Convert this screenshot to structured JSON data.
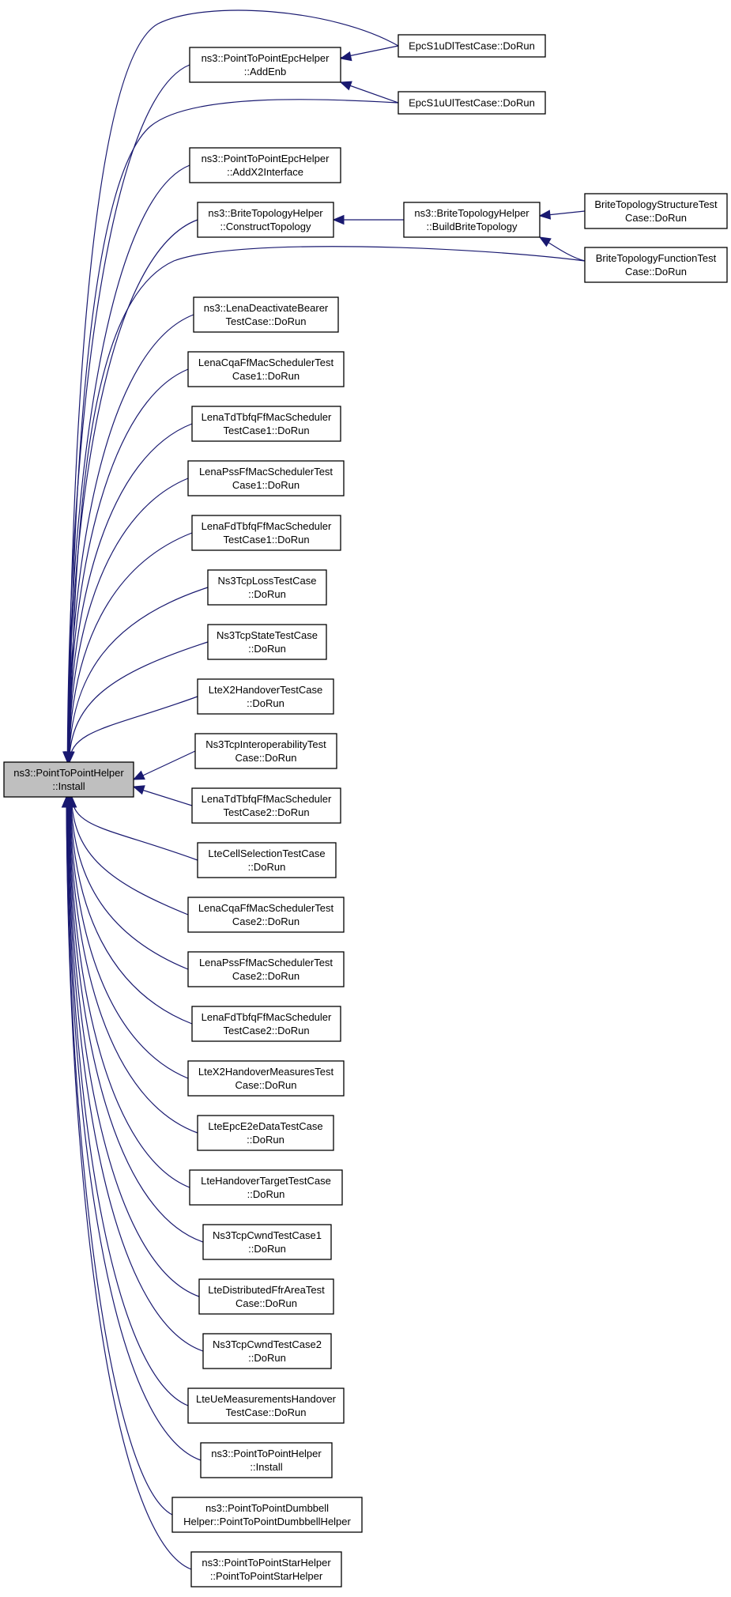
{
  "graph": {
    "root": {
      "id": "root",
      "lines": [
        "ns3::PointToPointHelper",
        "::Install"
      ]
    },
    "nodes": [
      {
        "id": "n1",
        "lines": [
          "ns3::PointToPointEpcHelper",
          "::AddEnb"
        ]
      },
      {
        "id": "n2",
        "lines": [
          "ns3::PointToPointEpcHelper",
          "::AddX2Interface"
        ]
      },
      {
        "id": "n3",
        "lines": [
          "ns3::BriteTopologyHelper",
          "::ConstructTopology"
        ]
      },
      {
        "id": "n4",
        "lines": [
          "ns3::LenaDeactivateBearer",
          "TestCase::DoRun"
        ]
      },
      {
        "id": "n5",
        "lines": [
          "LenaCqaFfMacSchedulerTest",
          "Case1::DoRun"
        ]
      },
      {
        "id": "n6",
        "lines": [
          "LenaTdTbfqFfMacScheduler",
          "TestCase1::DoRun"
        ]
      },
      {
        "id": "n7",
        "lines": [
          "LenaPssFfMacSchedulerTest",
          "Case1::DoRun"
        ]
      },
      {
        "id": "n8",
        "lines": [
          "LenaFdTbfqFfMacScheduler",
          "TestCase1::DoRun"
        ]
      },
      {
        "id": "n9",
        "lines": [
          "Ns3TcpLossTestCase",
          "::DoRun"
        ]
      },
      {
        "id": "n10",
        "lines": [
          "Ns3TcpStateTestCase",
          "::DoRun"
        ]
      },
      {
        "id": "n11",
        "lines": [
          "LteX2HandoverTestCase",
          "::DoRun"
        ]
      },
      {
        "id": "n12",
        "lines": [
          "Ns3TcpInteroperabilityTest",
          "Case::DoRun"
        ]
      },
      {
        "id": "n13",
        "lines": [
          "LenaTdTbfqFfMacScheduler",
          "TestCase2::DoRun"
        ]
      },
      {
        "id": "n14",
        "lines": [
          "LteCellSelectionTestCase",
          "::DoRun"
        ]
      },
      {
        "id": "n15",
        "lines": [
          "LenaCqaFfMacSchedulerTest",
          "Case2::DoRun"
        ]
      },
      {
        "id": "n16",
        "lines": [
          "LenaPssFfMacSchedulerTest",
          "Case2::DoRun"
        ]
      },
      {
        "id": "n17",
        "lines": [
          "LenaFdTbfqFfMacScheduler",
          "TestCase2::DoRun"
        ]
      },
      {
        "id": "n18",
        "lines": [
          "LteX2HandoverMeasuresTest",
          "Case::DoRun"
        ]
      },
      {
        "id": "n19",
        "lines": [
          "LteEpcE2eDataTestCase",
          "::DoRun"
        ]
      },
      {
        "id": "n20",
        "lines": [
          "LteHandoverTargetTestCase",
          "::DoRun"
        ]
      },
      {
        "id": "n21",
        "lines": [
          "Ns3TcpCwndTestCase1",
          "::DoRun"
        ]
      },
      {
        "id": "n22",
        "lines": [
          "LteDistributedFfrAreaTest",
          "Case::DoRun"
        ]
      },
      {
        "id": "n23",
        "lines": [
          "Ns3TcpCwndTestCase2",
          "::DoRun"
        ]
      },
      {
        "id": "n24",
        "lines": [
          "LteUeMeasurementsHandover",
          "TestCase::DoRun"
        ]
      },
      {
        "id": "n25",
        "lines": [
          "ns3::PointToPointHelper",
          "::Install"
        ]
      },
      {
        "id": "n26",
        "lines": [
          "ns3::PointToPointDumbbell",
          "Helper::PointToPointDumbbellHelper"
        ]
      },
      {
        "id": "n27",
        "lines": [
          "ns3::PointToPointStarHelper",
          "::PointToPointStarHelper"
        ]
      },
      {
        "id": "e1",
        "lines": [
          "EpcS1uDlTestCase::DoRun"
        ]
      },
      {
        "id": "e2",
        "lines": [
          "EpcS1uUlTestCase::DoRun"
        ]
      },
      {
        "id": "b1",
        "lines": [
          "ns3::BriteTopologyHelper",
          "::BuildBriteTopology"
        ]
      },
      {
        "id": "b2",
        "lines": [
          "BriteTopologyStructureTest",
          "Case::DoRun"
        ]
      },
      {
        "id": "b3",
        "lines": [
          "BriteTopologyFunctionTest",
          "Case::DoRun"
        ]
      }
    ]
  }
}
